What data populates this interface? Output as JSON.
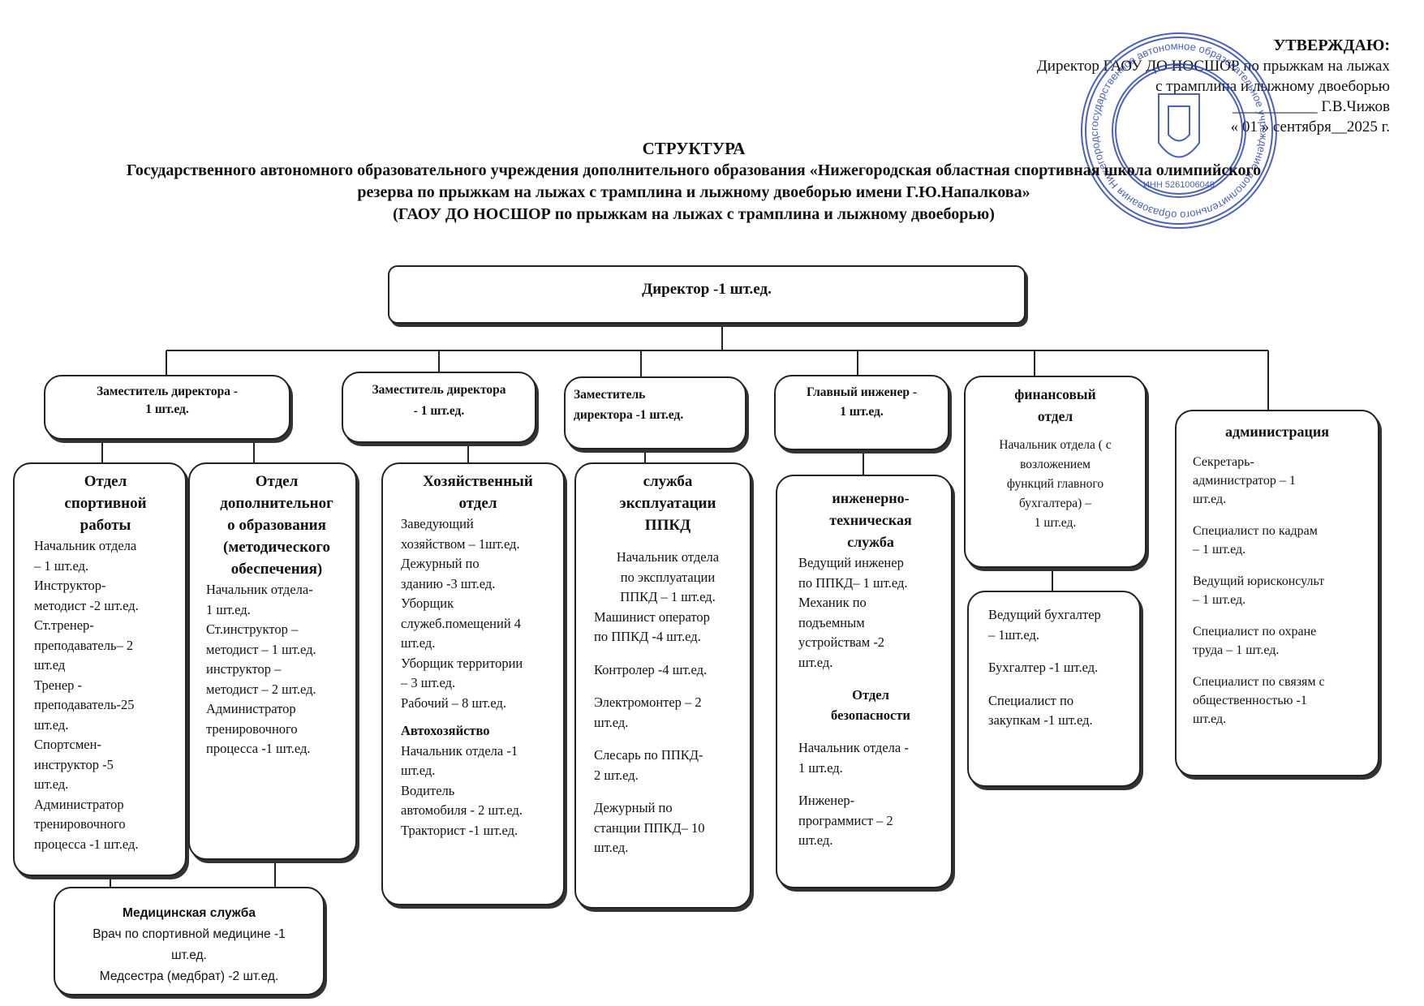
{
  "approval": {
    "title": "УТВЕРЖДАЮ:",
    "line1": "Директор ГАОУ ДО НОСШОР по прыжкам на лыжах",
    "line2": "с трамплина и лыжному двоеборью",
    "line3": "___________ Г.В.Чижов",
    "line4": "« 01 » сентября__2025 г."
  },
  "seal": {
    "ring_text": "государственное автономное образовательное учреждение дополнительного образования Нижегородская областная спортивная школа олимпийского резерва",
    "inner_text": "ИНН 5261006049",
    "color": "#2b46b8"
  },
  "header": {
    "line1": "СТРУКТУРА",
    "line2": "Государственного автономного образовательного учреждения дополнительного образования «Нижегородская областная спортивная школа олимпийского",
    "line3": "резерва по прыжкам на лыжах с трамплина и лыжному двоеборью имени Г.Ю.Напалкова»",
    "line4": "(ГАОУ ДО НОСШОР по прыжкам на лыжах с трамплина и лыжному двоеборью)"
  },
  "director": "Директор -1 шт.ед.",
  "level2": {
    "deputy1": [
      "Заместитель директора -",
      "1 шт.ед."
    ],
    "deputy2": [
      "Заместитель директора",
      "- 1 шт.ед."
    ],
    "deputy3": [
      "Заместитель",
      "директора -1 шт.ед."
    ],
    "engineer": [
      "Главный инженер -",
      "1 шт.ед."
    ],
    "finance": {
      "title": [
        "финансовый",
        "отдел"
      ],
      "body": [
        "Начальник отдела ( с",
        "возложением",
        "функций главного",
        "бухгалтера) –",
        "1 шт.ед."
      ]
    }
  },
  "admin": {
    "title": "администрация",
    "items": [
      "Секретарь-",
      "администратор – 1",
      "шт.ед.",
      "Специалист по кадрам",
      "– 1 шт.ед.",
      "Ведущий юрисконсульт",
      "– 1 шт.ед.",
      "Специалист по охране",
      "труда – 1 шт.ед.",
      "Специалист по связям с",
      "общественностью -1",
      "шт.ед."
    ]
  },
  "sport": {
    "title": [
      "Отдел",
      "спортивной",
      "работы"
    ],
    "items": [
      "Начальник отдела",
      "– 1 шт.ед.",
      "Инструктор-",
      "методист -2 шт.ед.",
      "Ст.тренер-",
      "преподаватель– 2",
      "шт.ед",
      "Тренер -",
      "преподаватель-25",
      "шт.ед.",
      "Спортсмен-",
      "инструктор -5",
      "шт.ед.",
      "Администратор",
      "тренировочного",
      "процесса -1 шт.ед."
    ]
  },
  "addedu": {
    "title": [
      "Отдел",
      "дополнительног",
      "о образования",
      "(методического",
      "обеспечения)"
    ],
    "items": [
      "Начальник отдела-",
      "1 шт.ед.",
      "Ст.инструктор –",
      "методист – 1 шт.ед.",
      "инструктор –",
      "методист – 2 шт.ед.",
      "Администратор",
      "тренировочного",
      "процесса -1 шт.ед."
    ]
  },
  "household": {
    "title": [
      "Хозяйственный",
      "отдел"
    ],
    "items": [
      "Заведующий",
      "хозяйством – 1шт.ед.",
      "Дежурный по",
      "зданию -3 шт.ед.",
      "Уборщик",
      "служеб.помещений 4",
      "шт.ед.",
      "Уборщик территории",
      "– 3 шт.ед.",
      "Рабочий – 8 шт.ед."
    ],
    "sub_title": "Автохозяйство",
    "sub_items": [
      "Начальник  отдела -1",
      "шт.ед.",
      "Водитель",
      "автомобиля - 2 шт.ед.",
      "Тракторист -1 шт.ед."
    ]
  },
  "ppkd": {
    "title": [
      "служба",
      "эксплуатации",
      "ППКД"
    ],
    "head": [
      "Начальник отдела",
      "по эксплуатации",
      "ППКД – 1 шт.ед."
    ],
    "items1": [
      "Машинист оператор",
      "по ППКД -4 шт.ед."
    ],
    "items2": [
      "Контролер -4 шт.ед."
    ],
    "items3": [
      "Электромонтер – 2",
      "шт.ед."
    ],
    "items4": [
      "Слесарь по ППКД-",
      "2 шт.ед."
    ],
    "items5": [
      "Дежурный по",
      "станции ППКД– 10",
      "шт.ед."
    ]
  },
  "tech": {
    "title": [
      "инженерно-",
      "техническая",
      "служба"
    ],
    "items": [
      "Ведущий инженер",
      "по ППКД– 1 шт.ед.",
      "Механик по",
      "подъемным",
      "устройствам -2",
      "шт.ед."
    ],
    "security_title": [
      "Отдел",
      "безопасности"
    ],
    "security_items1": [
      "Начальник отдела -",
      "1 шт.ед."
    ],
    "security_items2": [
      "Инженер-",
      "программист – 2",
      "шт.ед."
    ]
  },
  "accounting": {
    "items1": [
      "Ведущий бухгалтер",
      "– 1шт.ед."
    ],
    "items2": [
      "Бухгалтер -1 шт.ед."
    ],
    "items3": [
      "Специалист по",
      "закупкам -1 шт.ед."
    ]
  },
  "medical": {
    "title": "Медицинская служба",
    "items": [
      "Врач по спортивной медицине -1",
      "шт.ед.",
      "Медсестра (медбрат) -2 шт.ед."
    ]
  }
}
